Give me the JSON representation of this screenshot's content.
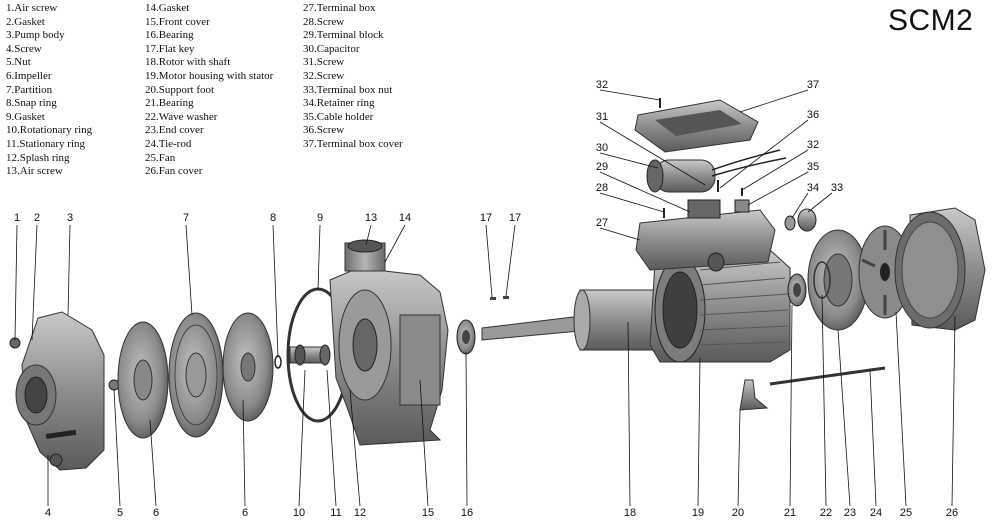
{
  "model": "SCM2",
  "legend": {
    "col1": [
      "1.Air screw",
      "2.Gasket",
      "3.Pump body",
      "4.Screw",
      "5.Nut",
      "6.Impeller",
      "7.Partition",
      "8.Snap ring",
      "9.Gasket",
      "10.Rotationary ring",
      "11.Stationary ring",
      "12.Splash ring",
      "13.Air screw"
    ],
    "col2": [
      "14.Gasket",
      "15.Front cover",
      "16.Bearing",
      "17.Flat key",
      "18.Rotor with shaft",
      "19.Motor housing with stator",
      "20.Support foot",
      "21.Bearing",
      "22.Wave washer",
      "23.End cover",
      "24.Tie-rod",
      "25.Fan",
      "26.Fan cover"
    ],
    "col3": [
      "27.Terminal box",
      "28.Screw",
      "29.Terminal block",
      "30.Capacitor",
      "31.Screw",
      "32.Screw",
      "33.Terminal box nut",
      "34.Retainer ring",
      "35.Cable holder",
      "36.Screw",
      "37.Terminal box cover"
    ]
  },
  "callouts": {
    "bottom": [
      "4",
      "5",
      "6",
      "6",
      "10",
      "11",
      "12",
      "15",
      "16",
      "18",
      "19",
      "20",
      "21",
      "22",
      "23",
      "24",
      "25",
      "26"
    ],
    "top_left": [
      "1",
      "2",
      "3",
      "7",
      "8",
      "9",
      "13",
      "14",
      "17",
      "17"
    ],
    "top_right": [
      "32",
      "37",
      "31",
      "36",
      "30",
      "32",
      "29",
      "35",
      "28",
      "34",
      "33",
      "27"
    ]
  }
}
